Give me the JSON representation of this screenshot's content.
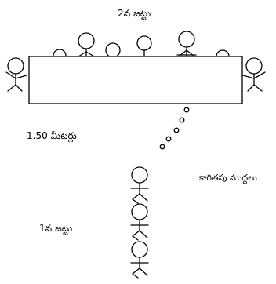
{
  "labels": {
    "team2": "2వ జట్టు",
    "distance": "1.50 మీటర్లు",
    "paper_balls": "కాగితపు ముద్దలు",
    "team1": "1వ జట్టు"
  },
  "colors": {
    "ink": "#000000",
    "background": "#ffffff"
  }
}
